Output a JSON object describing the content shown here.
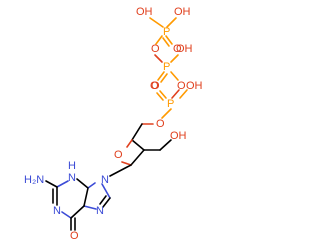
{
  "colors": {
    "oxygen": "#e0401e",
    "phosphorus": "#ff9a00",
    "nitrogen": "#3b4bd6",
    "carbon_bond": "#000000",
    "background": "#ffffff"
  },
  "atoms": {
    "oh_top_left": "OH",
    "p1": "P",
    "oh_top_right": "OH",
    "o_p1_double": "O",
    "o_bridge_1": "O",
    "p2": "P",
    "oh_p2": "OH",
    "o_p2_double": "O",
    "o_bridge_2": "O",
    "p3": "P",
    "oh_p3": "OH",
    "o_p3_double": "O",
    "o_ester": "O",
    "o_ring": "O",
    "oh_ch2": "OH",
    "n9": "N",
    "n3_h": "H",
    "n3": "N",
    "n7": "N",
    "n1": "N",
    "amine_h2n": "H₂N",
    "o_carbonyl": "O"
  }
}
